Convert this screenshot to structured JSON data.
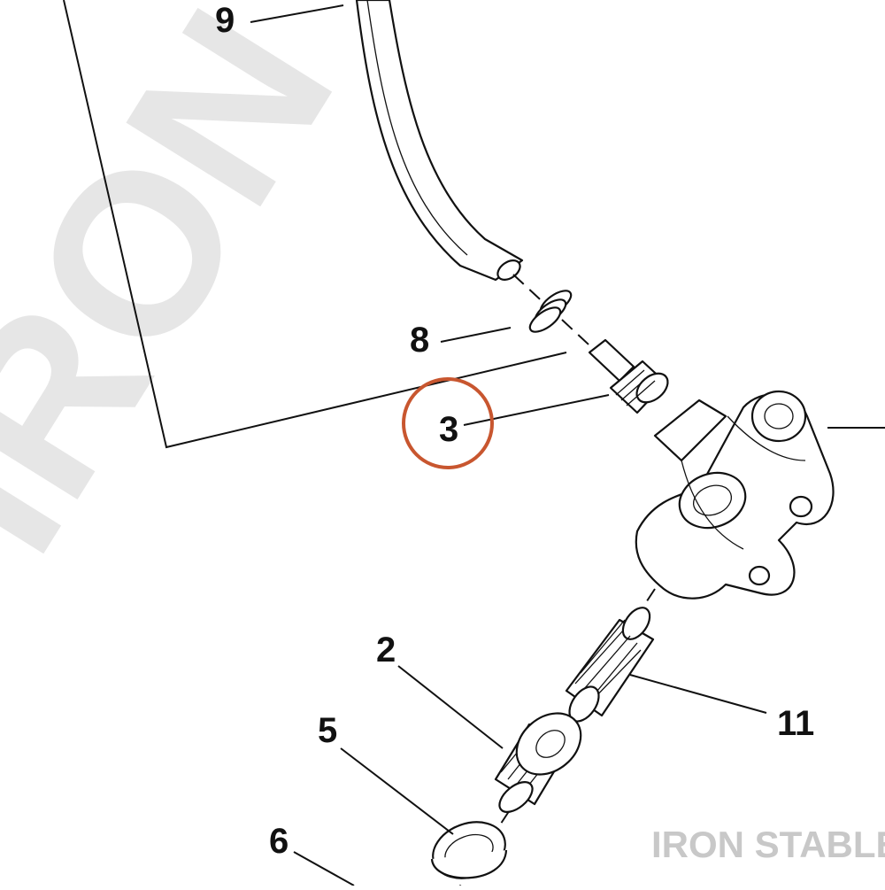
{
  "watermark": {
    "text": "IRON STABLE",
    "color": "#e6e6e6"
  },
  "brand": {
    "label": "IRON STABLE",
    "color": "#c8c8c8"
  },
  "highlight": {
    "target_callout": "3",
    "color": "#c8562f"
  },
  "callouts": {
    "c9": "9",
    "c8": "8",
    "c3": "3",
    "c2": "2",
    "c11": "11",
    "c5": "5",
    "c6": "6"
  }
}
